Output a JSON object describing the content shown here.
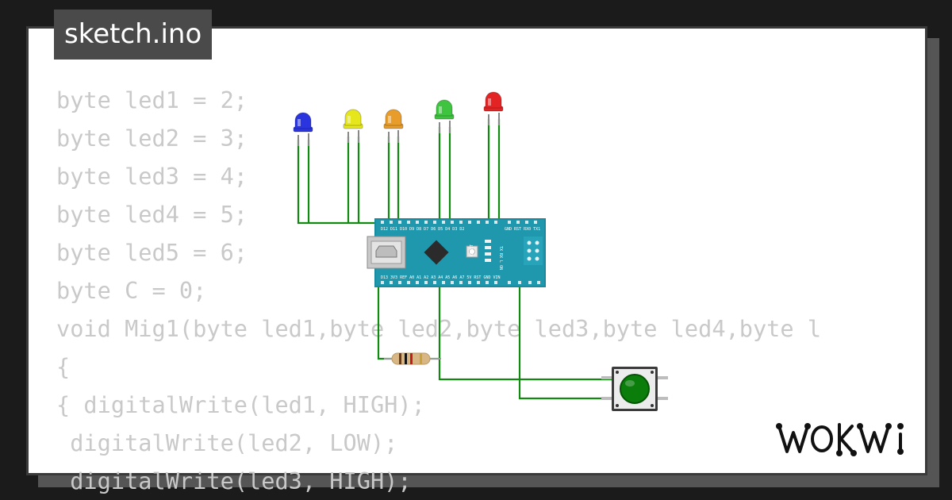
{
  "file_tab": {
    "name": "sketch.ino"
  },
  "brand": {
    "name": "WOKWI"
  },
  "code_lines": [
    "byte led1 = 2;",
    "byte led2 = 3;",
    "byte led3 = 4;",
    "byte led4 = 5;",
    "byte led5 = 6;",
    "byte C = 0;",
    "void Mig1(byte led1,byte led2,byte led3,byte led4,byte l",
    "{",
    "{ digitalWrite(led1, HIGH);",
    " digitalWrite(led2, LOW);",
    " digitalWrite(led3, HIGH);"
  ],
  "board": {
    "reset_label": "RESET",
    "top_pins": "D12 D11 D10 D9 D8 D7 D6 D5 D4 D3 D2",
    "top_right": "GND RST RX0 TX1",
    "bottom_pins": "D13 3V3 REF A0 A1 A2 A3 A4 A5 A6 A7 5V RST GND VIN",
    "led_labels": "TX RX L ON"
  },
  "components": {
    "leds": [
      {
        "color": "blue",
        "hex": "#2a35e0"
      },
      {
        "color": "yellow",
        "hex": "#e6e61c"
      },
      {
        "color": "orange",
        "hex": "#e89d2a"
      },
      {
        "color": "green",
        "hex": "#3fc43f"
      },
      {
        "color": "red",
        "hex": "#e42424"
      }
    ],
    "button_color": "#0a7d0a",
    "wire_color": "#128a12"
  }
}
